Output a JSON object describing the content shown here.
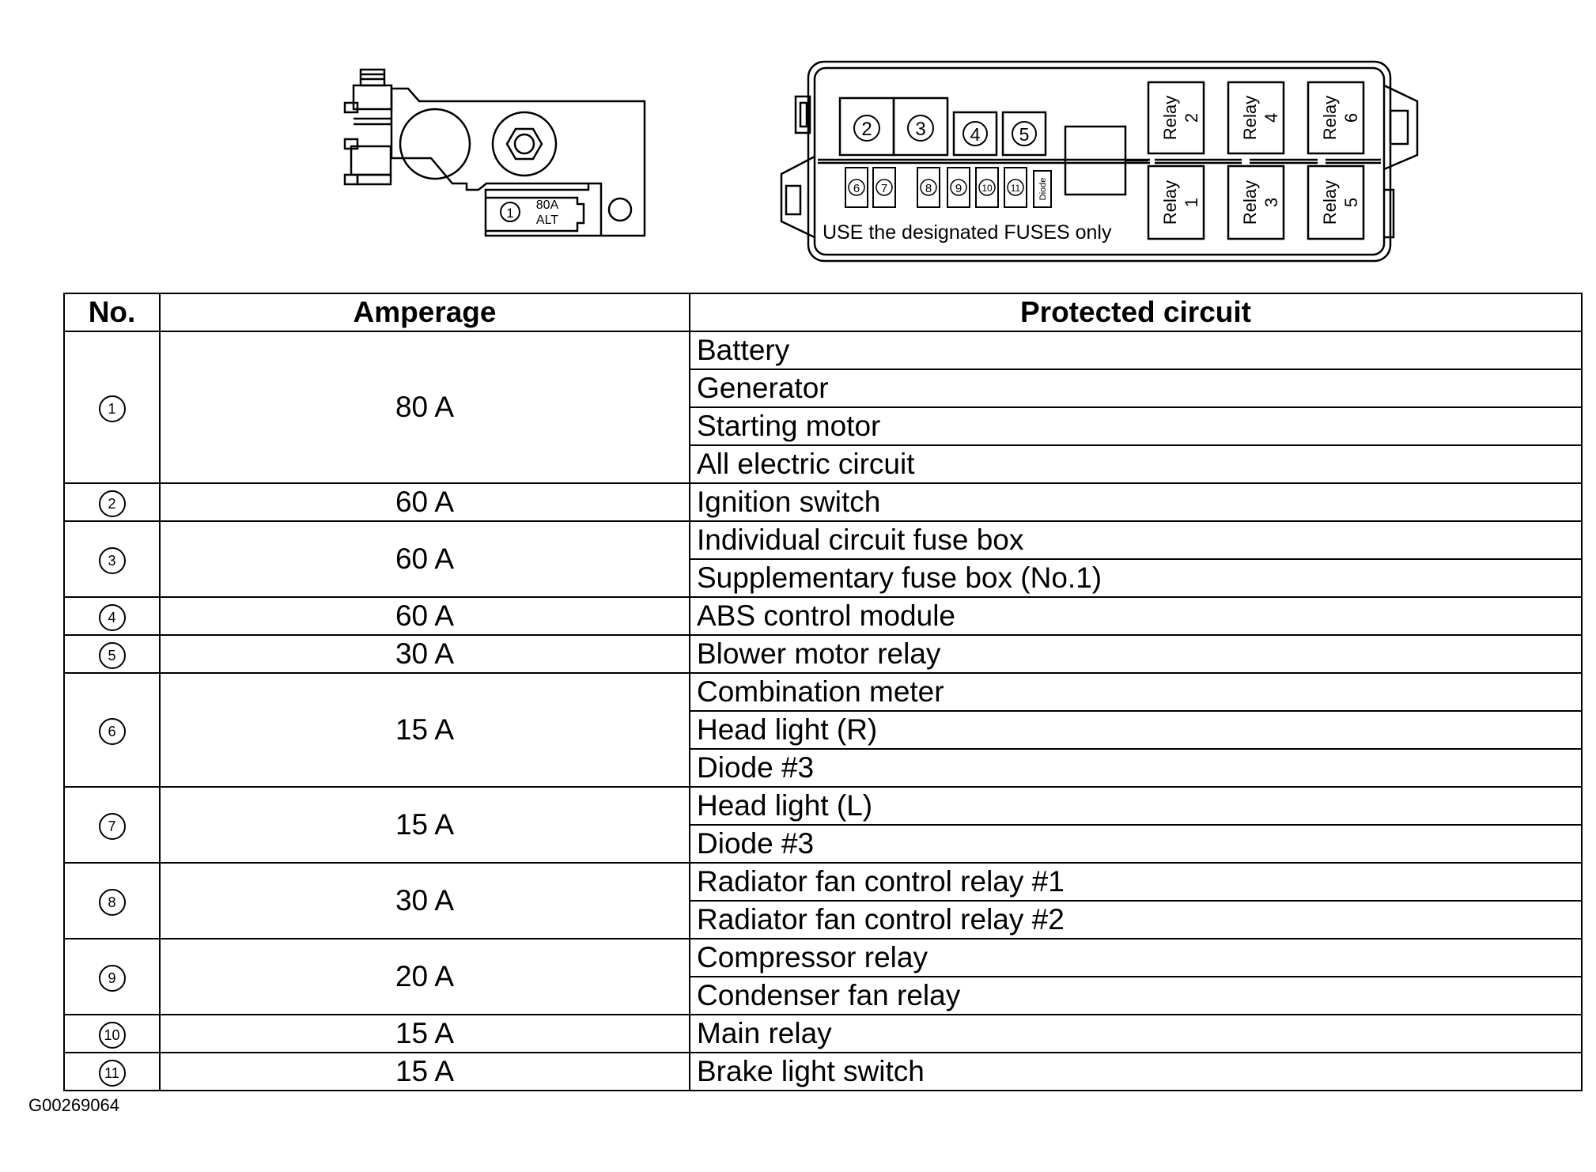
{
  "alt_fuse": {
    "number": "1",
    "rating": "80A",
    "label": "ALT"
  },
  "fuse_box": {
    "notice": "USE the designated FUSES only",
    "large_fuses": [
      "2",
      "3",
      "4",
      "5"
    ],
    "small_fuses": [
      "6",
      "7",
      "8",
      "9",
      "10",
      "11"
    ],
    "diode_label": "Diode",
    "relay_word": "Relay",
    "relays_top": [
      "2",
      "4",
      "6"
    ],
    "relays_bottom": [
      "1",
      "3",
      "5"
    ]
  },
  "table": {
    "headers": {
      "no": "No.",
      "amperage": "Amperage",
      "circuit": "Protected circuit"
    },
    "rows": [
      {
        "no": "1",
        "amperage": "80 A",
        "circuits": [
          "Battery",
          "Generator",
          "Starting motor",
          "All electric circuit"
        ]
      },
      {
        "no": "2",
        "amperage": "60 A",
        "circuits": [
          "Ignition switch"
        ]
      },
      {
        "no": "3",
        "amperage": "60 A",
        "circuits": [
          "Individual circuit fuse box",
          "Supplementary fuse box (No.1)"
        ]
      },
      {
        "no": "4",
        "amperage": "60 A",
        "circuits": [
          "ABS control module"
        ]
      },
      {
        "no": "5",
        "amperage": "30 A",
        "circuits": [
          "Blower motor relay"
        ]
      },
      {
        "no": "6",
        "amperage": "15 A",
        "circuits": [
          "Combination meter",
          "Head light (R)",
          "Diode #3"
        ]
      },
      {
        "no": "7",
        "amperage": "15 A",
        "circuits": [
          "Head light (L)",
          "Diode #3"
        ]
      },
      {
        "no": "8",
        "amperage": "30 A",
        "circuits": [
          "Radiator fan control relay #1",
          "Radiator fan control relay #2"
        ]
      },
      {
        "no": "9",
        "amperage": "20 A",
        "circuits": [
          "Compressor relay",
          "Condenser fan relay"
        ]
      },
      {
        "no": "10",
        "amperage": "15 A",
        "circuits": [
          "Main relay"
        ]
      },
      {
        "no": "11",
        "amperage": "15 A",
        "circuits": [
          "Brake light switch"
        ]
      }
    ]
  },
  "figure_code": "G00269064"
}
